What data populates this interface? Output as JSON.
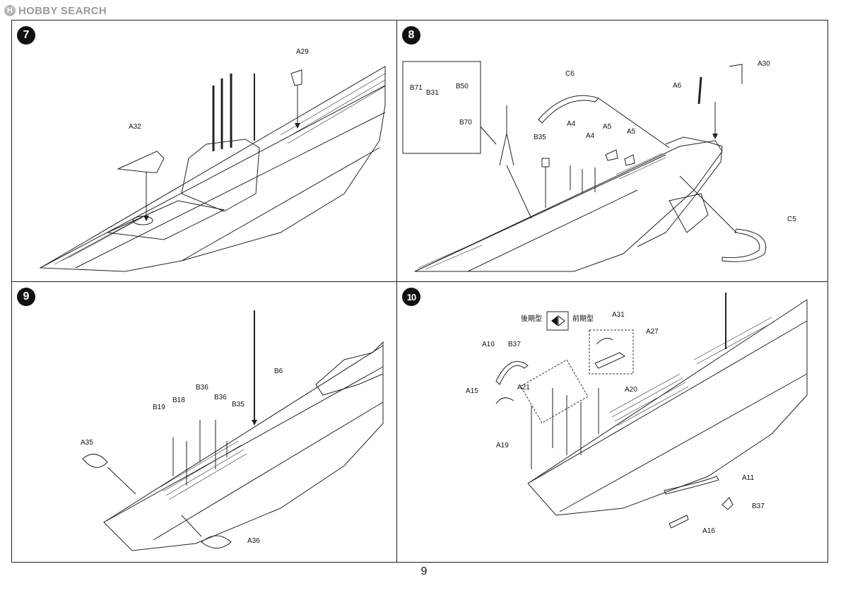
{
  "logo": {
    "brand": "HOBBY SEARCH",
    "mark": "H"
  },
  "page_number": "9",
  "steps": {
    "s7": {
      "number": "7",
      "labels": {
        "a29": "A29",
        "a32": "A32"
      }
    },
    "s8": {
      "number": "8",
      "labels": {
        "b71": "B71",
        "b31": "B31",
        "b50": "B50",
        "b70": "B70",
        "c6": "C6",
        "a6": "A6",
        "a30": "A30",
        "b35": "B35",
        "a4a": "A4",
        "a4b": "A4",
        "a5a": "A5",
        "a5b": "A5",
        "c5": "C5"
      }
    },
    "s9": {
      "number": "9",
      "labels": {
        "b6": "B6",
        "b36a": "B36",
        "b36b": "B36",
        "b19": "B19",
        "b18": "B18",
        "b35": "B35",
        "a35": "A35",
        "a36": "A36"
      }
    },
    "s10": {
      "number": "10",
      "labels": {
        "late": "後期型",
        "early": "前期型",
        "a31": "A31",
        "a27": "A27",
        "a10": "A10",
        "b37a": "B37",
        "a21": "A21",
        "a20": "A20",
        "a15": "A15",
        "a19": "A19",
        "a11": "A11",
        "b37b": "B37",
        "a16": "A16"
      }
    }
  }
}
